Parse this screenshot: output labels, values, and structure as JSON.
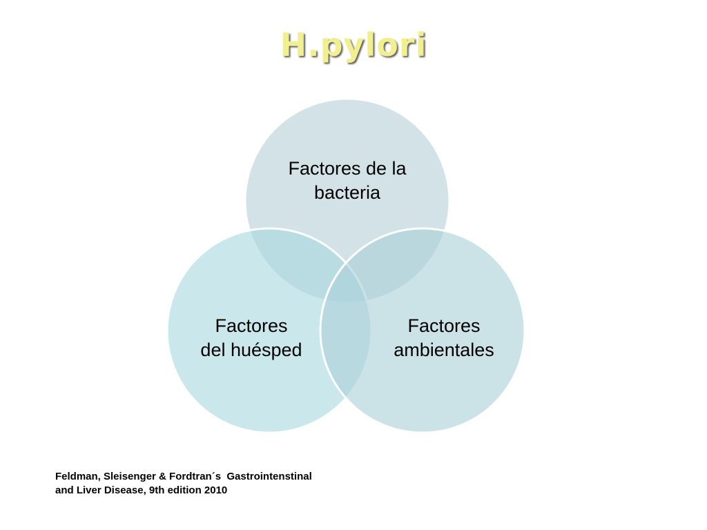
{
  "slide": {
    "title": "H.pylori",
    "background_color": "#ffffff",
    "title_color": "#f2ef8f"
  },
  "venn": {
    "circles": [
      {
        "line1": "Factores de la",
        "line2": "bacteria",
        "fill": "#b7d0d6"
      },
      {
        "line1": "Factores",
        "line2": "del huésped",
        "fill": "#a9d8de"
      },
      {
        "line1": "Factores",
        "line2": "ambientales",
        "fill": "#abd0d9"
      }
    ]
  },
  "citation": {
    "line1": "Feldman, Sleisenger & Fordtran´s  Gastrointenstinal",
    "line2": "and Liver Disease, 9th edition 2010"
  }
}
